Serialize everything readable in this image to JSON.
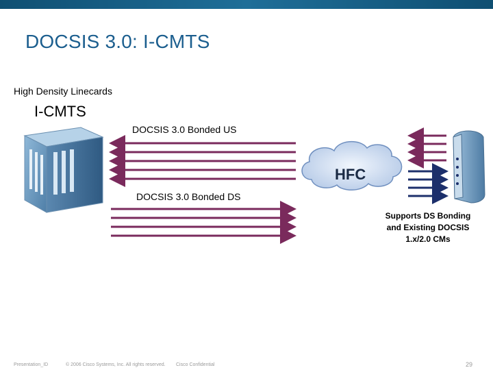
{
  "slide": {
    "title": "DOCSIS 3.0: I-CMTS",
    "subtitle": "High Density Linecards",
    "cmts_label": "I-CMTS",
    "upstream_label": "DOCSIS 3.0 Bonded US",
    "downstream_label": "DOCSIS 3.0 Bonded DS",
    "cloud_label": "HFC",
    "modem_note_lines": [
      "Supports DS Bonding",
      "and Existing DOCSIS",
      "1.x/2.0 CMs"
    ]
  },
  "footer": {
    "presentation_id": "Presentation_ID",
    "copyright": "© 2006 Cisco Systems, Inc. All rights reserved.",
    "confidential": "Cisco Confidential",
    "page_number": "29"
  },
  "colors": {
    "title": "#1b5e8e",
    "arrow_purple": "#7a2a5c",
    "arrow_navy": "#1c2f6b",
    "cloud": "#c8d8ee"
  }
}
